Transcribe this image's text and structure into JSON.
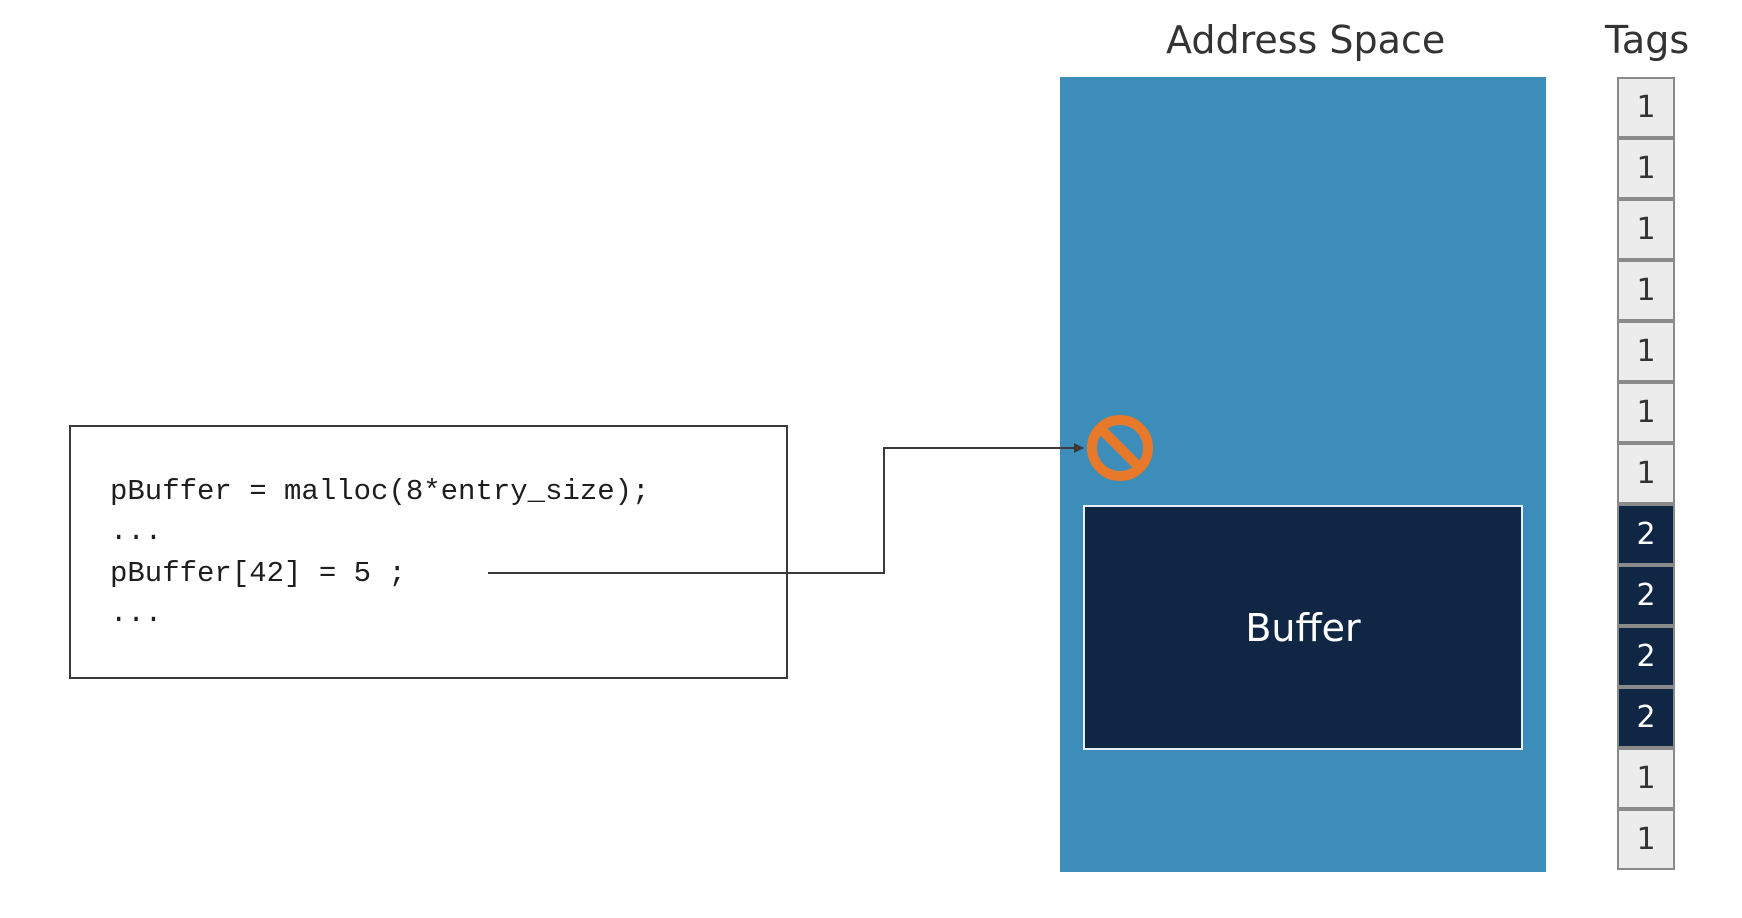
{
  "diagram": {
    "code_lines": [
      "pBuffer = malloc(8*entry_size);",
      "...",
      "pBuffer[42] = 5 ;",
      "..."
    ],
    "address_space_title": "Address Space",
    "tags_title": "Tags",
    "buffer_label": "Buffer",
    "tags": [
      "1",
      "1",
      "1",
      "1",
      "1",
      "1",
      "1",
      "2",
      "2",
      "2",
      "2",
      "1",
      "1"
    ],
    "colors": {
      "address_space": "#3c8db9",
      "buffer": "#0f2744",
      "tag_light": "#ececec",
      "tag_dark": "#0f2744",
      "fault_icon": "#e8792b",
      "arrow": "#3a3a3a"
    },
    "icons": {
      "fault": "prohibited-icon"
    }
  }
}
